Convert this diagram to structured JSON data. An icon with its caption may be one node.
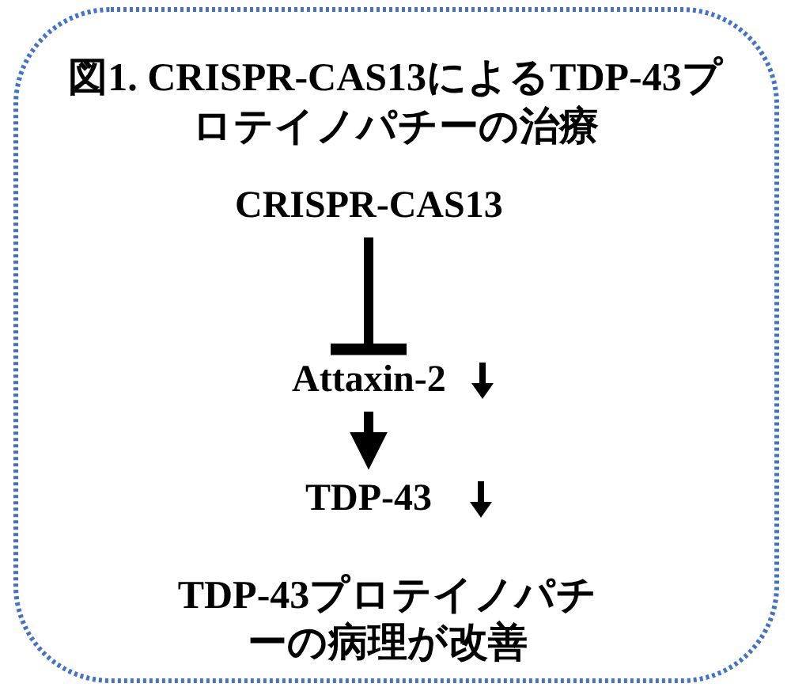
{
  "diagram": {
    "title": "図1. CRISPR-CAS13によるTDP-43プロテイノパチーの治療",
    "nodes": [
      {
        "text": [
          "CRISPR-CAS13"
        ]
      },
      {
        "text": [
          "Attaxin-2"
        ]
      },
      {
        "text": [
          "TDP-43"
        ]
      }
    ],
    "edges": [
      {
        "from": 0,
        "to": 1,
        "arrow": "other"
      },
      {
        "from": 1,
        "to": 2,
        "arrow": "to"
      }
    ],
    "labels": [
      "TDP-43プロテイノパチーの病理が改善"
    ]
  }
}
